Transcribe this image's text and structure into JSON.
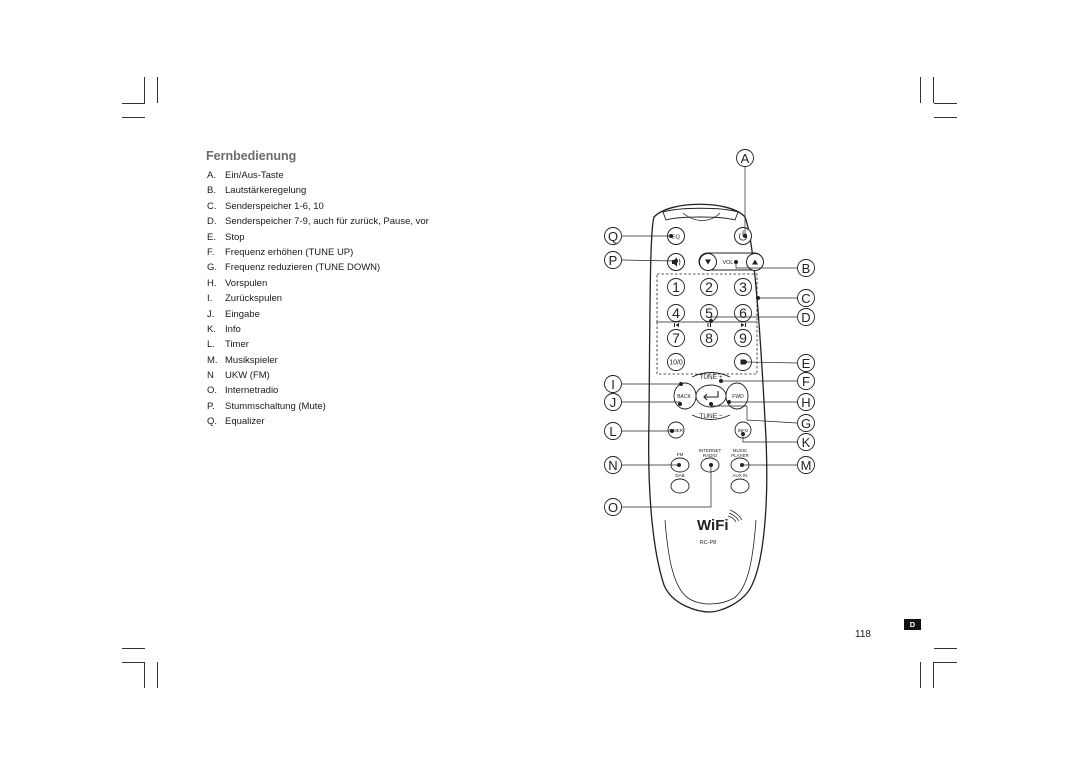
{
  "section": {
    "title": "Fernbedienung"
  },
  "legend": {
    "items": [
      {
        "key": "A.",
        "text": "Ein/Aus-Taste"
      },
      {
        "key": "B.",
        "text": "Lautstärkeregelung"
      },
      {
        "key": "C.",
        "text": "Senderspeicher 1-6, 10"
      },
      {
        "key": "D.",
        "text": "Senderspeicher 7-9, auch für zurück, Pause, vor"
      },
      {
        "key": "E.",
        "text": "Stop"
      },
      {
        "key": "F.",
        "text": "Frequenz erhöhen (TUNE UP)"
      },
      {
        "key": "G.",
        "text": "Frequenz reduzieren (TUNE DOWN)"
      },
      {
        "key": "H.",
        "text": "Vorspulen"
      },
      {
        "key": "I.",
        "text": "Zurückspulen"
      },
      {
        "key": "J.",
        "text": "Eingabe"
      },
      {
        "key": "K.",
        "text": "Info"
      },
      {
        "key": "L.",
        "text": "Timer"
      },
      {
        "key": "M.",
        "text": "Musikspieler"
      },
      {
        "key": "N",
        "text": "UKW (FM)"
      },
      {
        "key": "O.",
        "text": "Internetradio"
      },
      {
        "key": "P.",
        "text": "Stummschaltung (Mute)"
      },
      {
        "key": "Q.",
        "text": "Equalizer"
      }
    ]
  },
  "callouts": [
    "A",
    "Q",
    "P",
    "B",
    "C",
    "D",
    "E",
    "I",
    "F",
    "J",
    "H",
    "G",
    "L",
    "K",
    "N",
    "M",
    "O"
  ],
  "remote": {
    "eq": "EQ",
    "vol": "VOL",
    "digits": [
      "1",
      "2",
      "3",
      "4",
      "5",
      "6",
      "7",
      "8",
      "9"
    ],
    "ten": "10/0",
    "tune_plus": "TUNE +",
    "tune_minus": "TUNE −",
    "back": "BACK",
    "fwd": "FWD",
    "timer": "TIMER",
    "info": "INFO",
    "internet_radio_1": "INTERNET",
    "internet_radio_2": "RADIO",
    "music_player_1": "MUSIC",
    "music_player_2": "PLAYER",
    "fm": "FM",
    "dab": "DAB",
    "aux_in": "AUX IN",
    "wifi_logo": "WiFi",
    "model": "RC-P8"
  },
  "footer": {
    "page_number": "118",
    "language_badge": "D"
  }
}
